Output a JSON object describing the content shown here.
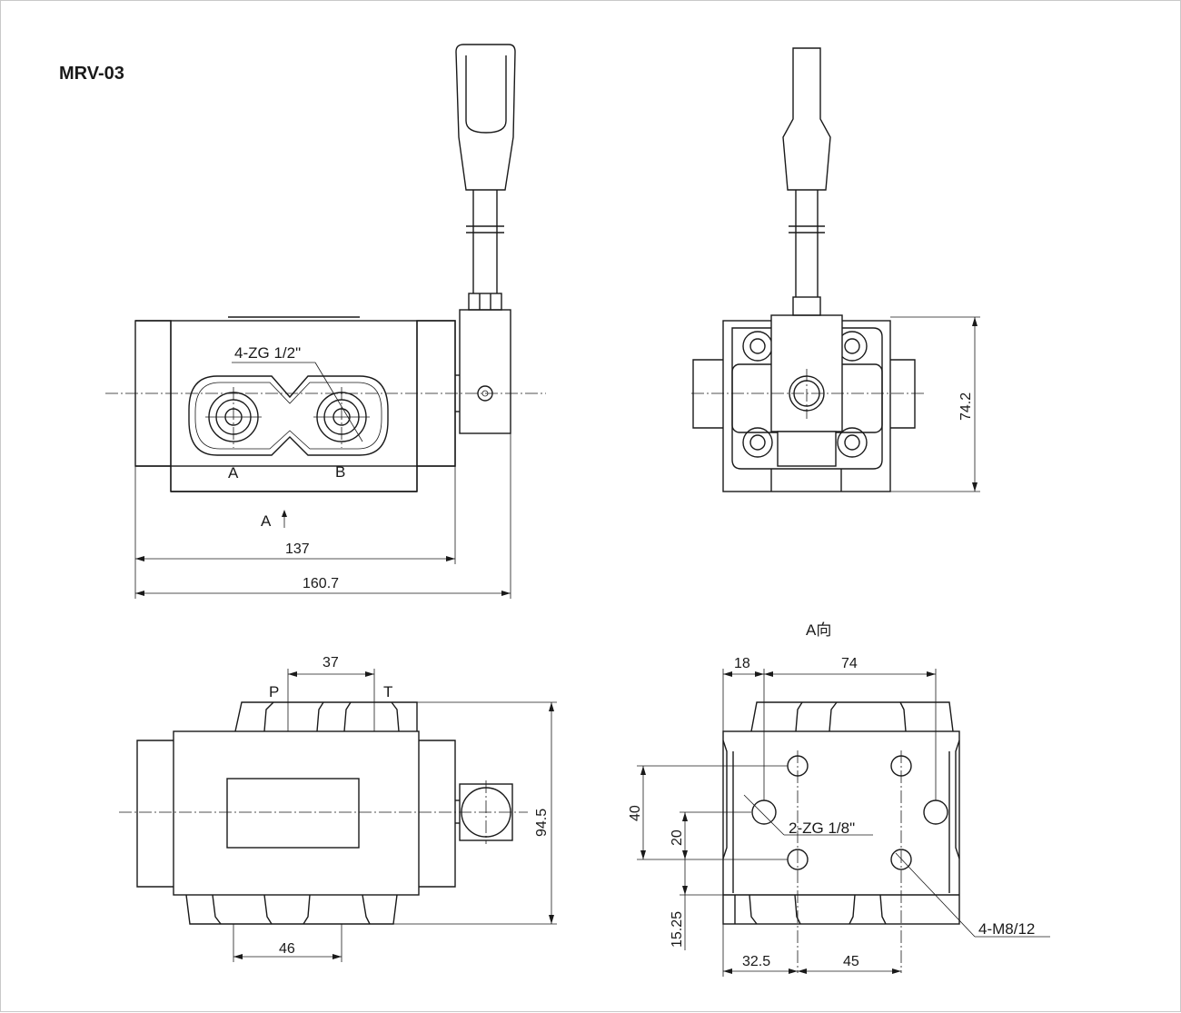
{
  "title": "MRV-03",
  "side_view": {
    "port_callout": "4-ZG 1/2\"",
    "port_a": "A",
    "port_b": "B",
    "view_arrow": "A",
    "dim_body": "137",
    "dim_overall": "160.7"
  },
  "end_view": {
    "dim_height": "74.2"
  },
  "top_view": {
    "port_p": "P",
    "port_t": "T",
    "dim_pt": "37",
    "dim_height": "94.5",
    "dim_bottom": "46"
  },
  "a_view": {
    "caption": "A向",
    "dim_18": "18",
    "dim_74": "74",
    "dim_40": "40",
    "dim_20": "20",
    "dim_1525": "15.25",
    "dim_325": "32.5",
    "dim_45": "45",
    "callout_ports": "2-ZG 1/8\"",
    "callout_bolts": "4-M8/12"
  }
}
